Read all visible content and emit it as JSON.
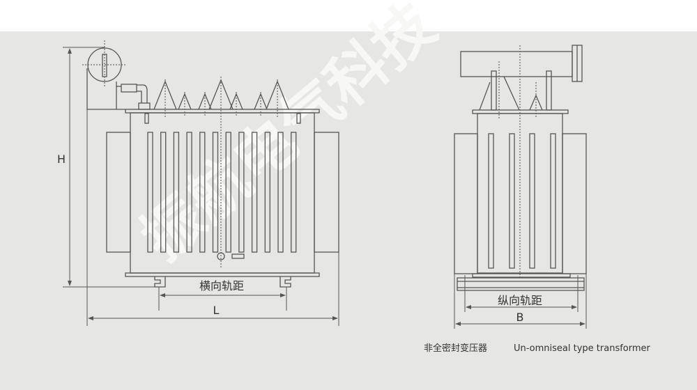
{
  "labels": {
    "height": "H",
    "length": "L",
    "width": "B",
    "transverse_gauge": "横向轨距",
    "longitudinal_gauge": "纵向轨距"
  },
  "caption": {
    "zh": "非全密封变压器",
    "en": "Un-omniseal type transformer"
  },
  "watermark": "振航电气科技",
  "colors": {
    "background": "#e6e6e4",
    "line": "#555555"
  }
}
